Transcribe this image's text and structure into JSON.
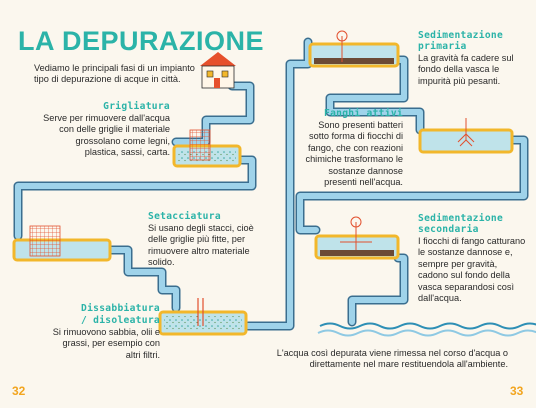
{
  "title": "LA DEPURAZIONE",
  "intro": "Vediamo le principali fasi di un impianto tipo di depurazione di acque in città.",
  "steps": {
    "grigliatura": {
      "heading": "Grigliatura",
      "text": "Serve per rimuovere dall'acqua con delle griglie il materiale grossolano come legni, plastica, sassi, carta."
    },
    "setacciatura": {
      "heading": "Setacciatura",
      "text": "Si usano degli stacci, cioè delle griglie più fitte, per rimuovere altro materiale solido."
    },
    "dissabbiatura": {
      "heading_line1": "Dissabbiatura",
      "heading_line2": "/ disoleatura",
      "text": "Si rimuovono sabbia, olii e grassi, per esempio con altri filtri."
    },
    "fanghi": {
      "heading": "Fanghi attivi",
      "text": "Sono presenti batteri sotto forma di fiocchi di fango, che con reazioni chimiche trasformano le sostanze dannose presenti nell'acqua."
    },
    "primaria": {
      "heading_line1": "Sedimentazione",
      "heading_line2": "primaria",
      "text": "La gravità fa cadere sul fondo della vasca le impurità più pesanti."
    },
    "secondaria": {
      "heading_line1": "Sedimentazione",
      "heading_line2": "secondaria",
      "text": "I fiocchi di fango catturano le sostanze dannose e, sempre per gravità, cadono sul fondo della vasca separandosi così dall'acqua."
    }
  },
  "conclusion": "L'acqua così depurata viene rimessa nel corso d'acqua o direttamente nel mare restituendola all'ambiente.",
  "pages": {
    "left": "32",
    "right": "33"
  },
  "colors": {
    "teal": "#2bb3a8",
    "pipe": "#8ec9e3",
    "tank_rim": "#f2b72b",
    "orange": "#f2a51f"
  }
}
